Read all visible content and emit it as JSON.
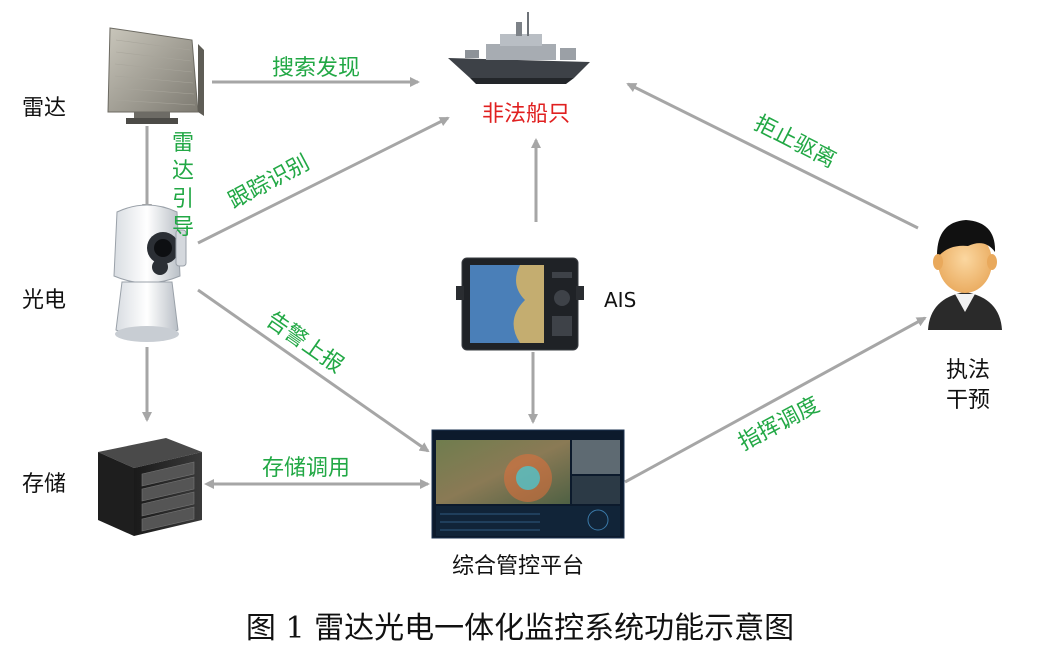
{
  "nodes": {
    "radar": "雷达",
    "eo": "光电",
    "storage": "存储",
    "ship": "非法船只",
    "ais": "AIS",
    "platform": "综合管控平台",
    "officer": "执法\n干预"
  },
  "edges": {
    "search": "搜索发现",
    "track": "跟踪识别",
    "radar_guide": "雷达引导",
    "alarm": "告警上报",
    "storage_call": "存储调用",
    "expel": "拒止驱离",
    "dispatch": "指挥调度"
  },
  "caption": "图 1  雷达光电一体化监控系统功能示意图",
  "colors": {
    "edge_label": "#22a845",
    "target_label": "#e02020",
    "arrow": "#a6a6a6"
  }
}
